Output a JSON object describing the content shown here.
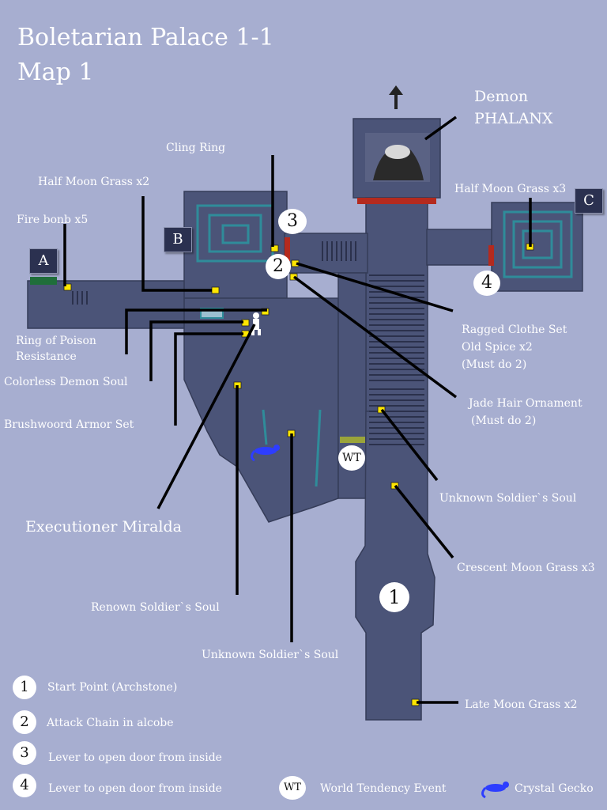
{
  "title": {
    "line1": "Boletarian Palace 1-1",
    "line2": "Map 1"
  },
  "boss": {
    "line1": "Demon",
    "line2": "PHALANX"
  },
  "entrances": [
    "A",
    "B",
    "C"
  ],
  "markers": {
    "start": "1",
    "chain": "2",
    "lever_inside": "3",
    "lever_inside_2": "4",
    "wt": "WT"
  },
  "labels": {
    "cling_ring": "Cling Ring",
    "half_moon_grass_x2": "Half Moon Grass x2",
    "fire_bomb": "Fire bonb x5",
    "ring_poison_1": "Ring of Poison",
    "ring_poison_2": "Resistance",
    "colorless_demon_soul": "Colorless Demon Soul",
    "brushwood_armor": "Brushwoord Armor Set",
    "executioner": "Executioner Miralda",
    "renown_soul": "Renown Soldier`s Soul",
    "unknown_soul_center": "Unknown Soldier`s Soul",
    "half_moon_grass_x3": "Half Moon Grass x3",
    "ragged_1": "Ragged Clothe Set",
    "ragged_2": "Old Spice x2",
    "ragged_3": "(Must do 2)",
    "jade_1": "Jade Hair Ornament",
    "jade_2": "(Must do 2)",
    "unknown_soul_right": "Unknown Soldier`s Soul",
    "crescent_moon": "Crescent Moon Grass x3",
    "late_moon": "Late Moon Grass x2"
  },
  "legend": [
    {
      "key": "1",
      "text": "Start Point (Archstone)"
    },
    {
      "key": "2",
      "text": "Attack Chain in alcobe"
    },
    {
      "key": "3",
      "text": "Lever to open door from inside"
    },
    {
      "key": "4",
      "text": "Lever to open door from inside"
    }
  ],
  "legend_extra": {
    "wt_key": "WT",
    "wt_text": "World Tendency Event",
    "gecko_text": "Crystal Gecko"
  },
  "colors": {
    "background": "#a7aed0",
    "floor": "#4b5478",
    "item": "#ffe600",
    "teal": "#2f8c9a",
    "door_red": "#b42a1e"
  }
}
